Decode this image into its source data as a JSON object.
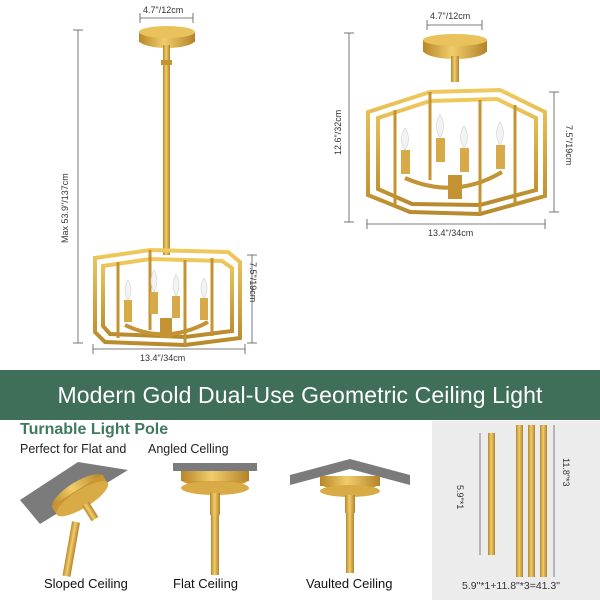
{
  "product_left": {
    "canopy_width": "4.7\"/12cm",
    "max_height": "Max 53.9\"/137cm",
    "body_height": "7.5\"/19cm",
    "body_width": "13.4\"/34cm"
  },
  "product_right": {
    "canopy_width": "4.7\"/12cm",
    "total_height": "12.6\"/32cm",
    "body_height": "7.5\"/19cm",
    "body_width": "13.4\"/34cm"
  },
  "banner": {
    "title": "Modern Gold Dual-Use Geometric Ceiling Light",
    "color": "#3f6f58"
  },
  "pole": {
    "title": "Turnable Light Pole",
    "subtitle_a": "Perfect for Flat and",
    "subtitle_b": "Angled Celling",
    "accent": "#3f7a5f"
  },
  "ceilings": [
    {
      "label": "Sloped Ceiling"
    },
    {
      "label": "Flat Ceiling"
    },
    {
      "label": "Vaulted Ceiling"
    }
  ],
  "rods": {
    "short": "5.9\"*1",
    "long": "11.8\"*3",
    "equation": "5.9\"*1+11.8\"*3=41.3\""
  },
  "colors": {
    "gold": "#d4a73d",
    "gold_dark": "#a97f1f",
    "ceiling_gray": "#7b7b7b"
  }
}
